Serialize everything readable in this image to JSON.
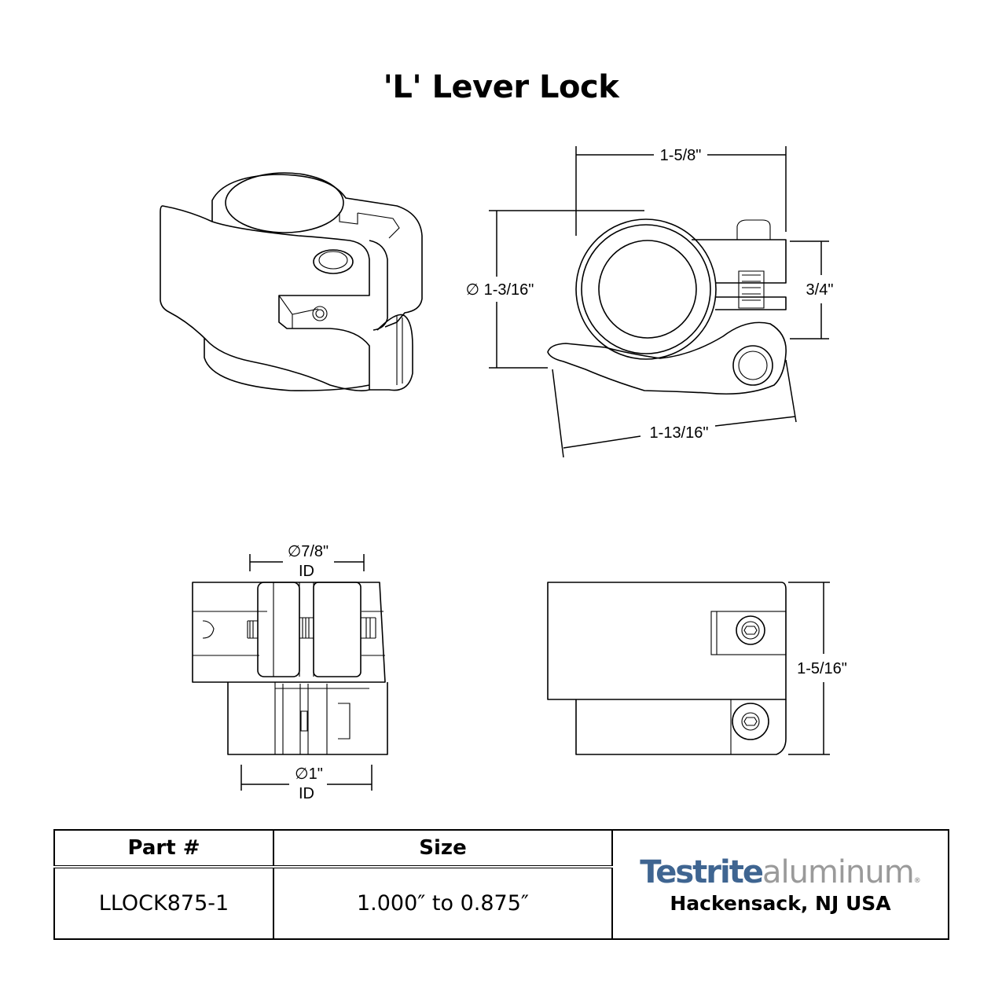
{
  "title": "'L' Lever Lock",
  "dimensions": {
    "width_top": "1-5/8\"",
    "tube_diameter": "1-3/16\"",
    "screw_height": "3/4\"",
    "lever_length": "1-13/16\"",
    "id_top": "7/8\"",
    "id_top_label": "ID",
    "id_bottom": "1\"",
    "id_bottom_label": "ID",
    "overall_height": "1-5/16\"",
    "diameter_symbol": "∅"
  },
  "table": {
    "headers": [
      "Part #",
      "Size"
    ],
    "part_number": "LLOCK875-1",
    "size": "1.000″ to 0.875″",
    "brand_bold": "Testrite",
    "brand_light": "aluminum",
    "brand_mark": "®",
    "location": "Hackensack, NJ USA",
    "brand_color": "#3f6591"
  }
}
